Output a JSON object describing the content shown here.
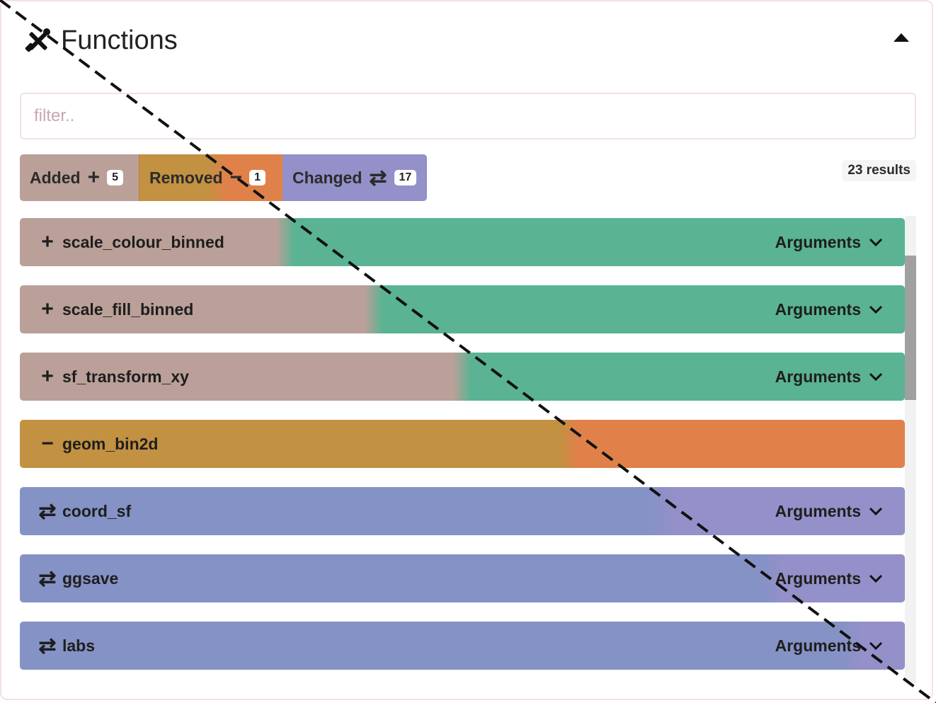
{
  "header": {
    "title": "Functions",
    "icon": "tools-icon",
    "collapse_icon": "caret-up-icon"
  },
  "filter": {
    "placeholder": "filter..",
    "value": ""
  },
  "pills": [
    {
      "label": "Added",
      "symbol": "+",
      "count": "5"
    },
    {
      "label": "Removed",
      "symbol": "−",
      "count": "1"
    },
    {
      "label": "Changed",
      "symbol": "⇄",
      "count": "17"
    }
  ],
  "results": "23 results",
  "rows": [
    {
      "type": "added",
      "symbol": "+",
      "name": "scale_colour_binned",
      "args": "Arguments"
    },
    {
      "type": "added",
      "symbol": "+",
      "name": "scale_fill_binned",
      "args": "Arguments"
    },
    {
      "type": "added",
      "symbol": "+",
      "name": "sf_transform_xy",
      "args": "Arguments"
    },
    {
      "type": "removed",
      "symbol": "−",
      "name": "geom_bin2d",
      "args": ""
    },
    {
      "type": "changed",
      "symbol": "⇄",
      "name": "coord_sf",
      "args": "Arguments"
    },
    {
      "type": "changed",
      "symbol": "⇄",
      "name": "ggsave",
      "args": "Arguments"
    },
    {
      "type": "changed",
      "symbol": "⇄",
      "name": "labs",
      "args": "Arguments"
    }
  ],
  "colors": {
    "added_left": "#baa098",
    "added_right": "#5ab393",
    "removed_left": "#c29141",
    "removed_right": "#e0814a",
    "changed_left": "#8592c5",
    "changed_right": "#9490c9"
  }
}
